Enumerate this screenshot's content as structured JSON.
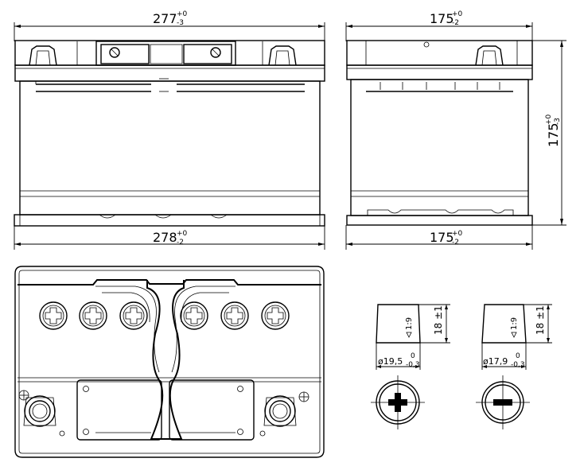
{
  "dimensions": {
    "top_width": {
      "base": "277",
      "tol_upper": "+0",
      "tol_lower": "-3"
    },
    "bottom_width": {
      "base": "278",
      "tol_upper": "+0",
      "tol_lower": "-2"
    },
    "side_top_width": {
      "base": "175",
      "tol_upper": "+0",
      "tol_lower": "-2"
    },
    "side_bottom_width": {
      "base": "175",
      "tol_upper": "+0",
      "tol_lower": "-2"
    },
    "height": {
      "base": "175",
      "tol_upper": "+0",
      "tol_lower": "-3"
    }
  },
  "terminals": {
    "positive": {
      "taper": "1:9",
      "height": "18 ±1",
      "diameter": "ø19,5",
      "diameter_tol_upper": "0",
      "diameter_tol_lower": "-0,3"
    },
    "negative": {
      "taper": "1:9",
      "height": "18 ±1",
      "diameter": "ø17,9",
      "diameter_tol_upper": "0",
      "diameter_tol_lower": "-0,3"
    }
  },
  "icons": {
    "cap": "cross-slot-cap-icon",
    "plus": "plus-terminal-icon",
    "minus": "minus-terminal-icon",
    "taper": "triangle-taper-icon"
  }
}
